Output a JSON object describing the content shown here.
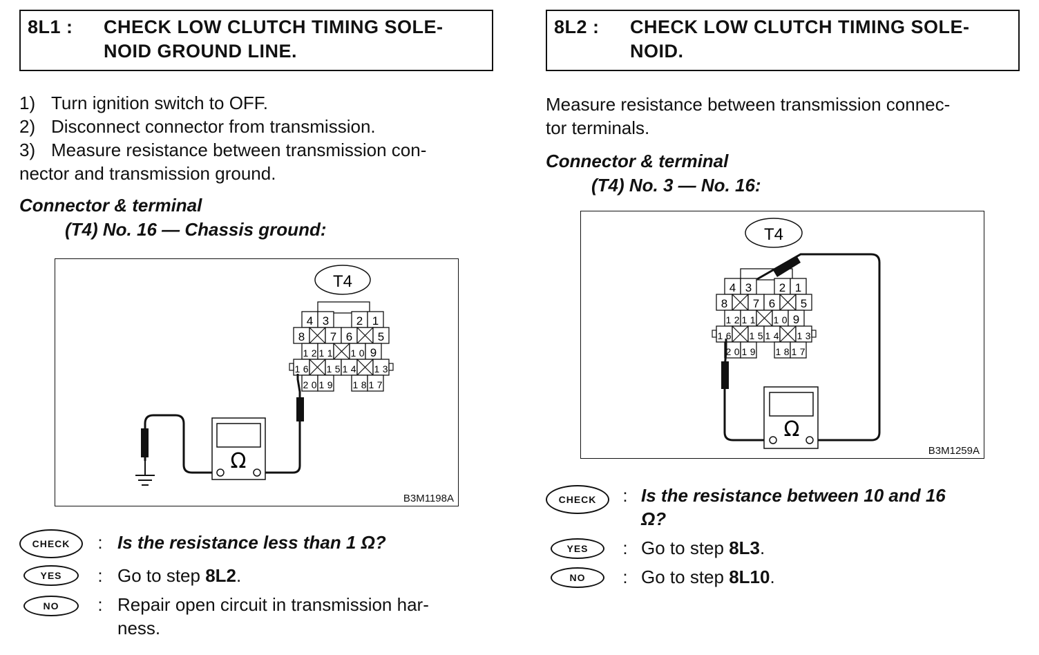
{
  "left": {
    "header": {
      "id": "8L1 :",
      "title": "CHECK LOW CLUTCH TIMING SOLE-NOID GROUND LINE.",
      "title_line1": "CHECK LOW CLUTCH TIMING SOLE-",
      "title_line2": "NOID GROUND LINE."
    },
    "steps": [
      {
        "num": "1)",
        "text": "Turn ignition switch to OFF."
      },
      {
        "num": "2)",
        "text": "Disconnect connector from transmission."
      },
      {
        "num": "3)",
        "text": "Measure resistance between transmission con-",
        "text2": "nector and transmission ground."
      }
    ],
    "connector_label": "Connector & terminal",
    "connector_spec": "(T4) No. 16 — Chassis ground:",
    "figure": {
      "connector_tag": "T4",
      "meter_symbol": "Ω",
      "figure_id": "B3M1198A"
    },
    "check": {
      "badge": "CHECK",
      "text": "Is the resistance less than 1 Ω?"
    },
    "yes": {
      "badge": "YES",
      "prefix": "Go to step ",
      "target": "8L2",
      "suffix": "."
    },
    "no": {
      "badge": "NO",
      "text": "Repair open circuit in transmission har-",
      "text2": "ness."
    }
  },
  "right": {
    "header": {
      "id": "8L2 :",
      "title": "CHECK LOW CLUTCH TIMING SOLE-NOID.",
      "title_line1": "CHECK LOW CLUTCH TIMING SOLE-",
      "title_line2": "NOID."
    },
    "intro": "Measure resistance between transmission connec-",
    "intro2": "tor terminals.",
    "connector_label": "Connector & terminal",
    "connector_spec": "(T4) No. 3 — No. 16:",
    "figure": {
      "connector_tag": "T4",
      "meter_symbol": "Ω",
      "figure_id": "B3M1259A"
    },
    "check": {
      "badge": "CHECK",
      "text": "Is the resistance between 10 and 16",
      "text2": "Ω?"
    },
    "yes": {
      "badge": "YES",
      "prefix": "Go to step ",
      "target": "8L3",
      "suffix": "."
    },
    "no": {
      "badge": "NO",
      "prefix": "Go to step ",
      "target": "8L10",
      "suffix": "."
    }
  },
  "connector_terminals": {
    "row1": [
      "4",
      "3",
      "2",
      "1"
    ],
    "row2": [
      "8",
      "7",
      "6",
      "5"
    ],
    "row3": [
      "12",
      "11",
      "10",
      "9"
    ],
    "row4": [
      "16",
      "15",
      "14",
      "13"
    ],
    "row5": [
      "20",
      "19",
      "18",
      "17"
    ]
  }
}
